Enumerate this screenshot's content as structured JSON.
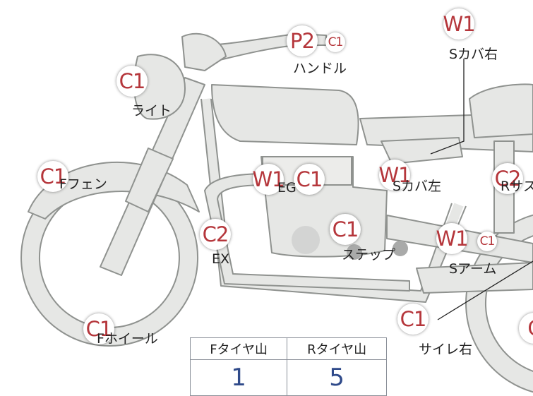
{
  "badges": {
    "light": "C1",
    "handle_main": "P2",
    "handle_sub": "C1",
    "side_cover_r": "W1",
    "front_fender": "C1",
    "engine_w": "W1",
    "engine_c": "C1",
    "side_cover_l": "W1",
    "rear_sus": "C2",
    "exhaust": "C2",
    "step": "C1",
    "swingarm_main": "W1",
    "swingarm_sub": "C1",
    "front_wheel": "C1",
    "silencer_r": "C1",
    "rear_edge": "C"
  },
  "labels": {
    "light": "ライト",
    "handle": "ハンドル",
    "side_cover_r": "Sカバ右",
    "front_fender": "Fフェン",
    "engine": "EG",
    "side_cover_l": "Sカバ左",
    "rear_sus": "Rサス",
    "exhaust": "EX",
    "step": "ステップ",
    "swingarm": "Sアーム",
    "front_wheel": "Fホイール",
    "silencer_r": "サイレ右"
  },
  "tire_table": {
    "headers": [
      "Fタイヤ山",
      "Rタイヤ山"
    ],
    "values": [
      "1",
      "5"
    ]
  },
  "colors": {
    "part_fill": "#e6e7e5",
    "part_stroke": "#8f928f",
    "badge_text": "#b5363b",
    "table_value": "#2f4a8a"
  }
}
